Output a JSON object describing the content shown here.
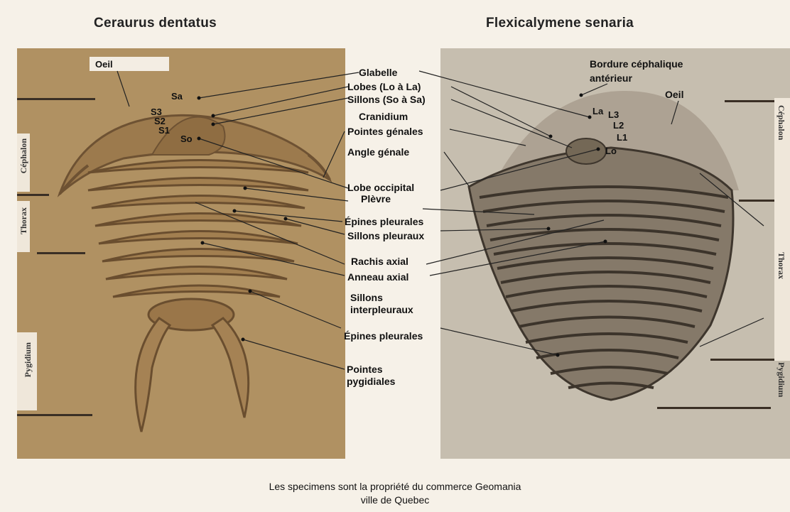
{
  "titles": {
    "left": "Ceraurus dentatus",
    "right": "Flexicalymene senaria"
  },
  "labels_center": {
    "glabelle": "Glabelle",
    "lobes": "Lobes (Lo à La)",
    "sillons": "Sillons (So à Sa)",
    "cranidium": "Cranidium",
    "pointes_genales": "Pointes génales",
    "angle_genale": "Angle génale",
    "lobe_occipital": "Lobe occipital",
    "plevre": "Plèvre",
    "epines_pleurales_1": "Épines pleurales",
    "sillons_pleuraux": "Sillons pleuraux",
    "rachis_axial": "Rachis axial",
    "anneau_axial": "Anneau axial",
    "sillons_interpleuraux": "Sillons interpleuraux",
    "epines_pleurales_2": "Épines pleurales",
    "pointes_pygidiales": "Pointes pygidiales"
  },
  "labels_left": {
    "oeil": "Oeil",
    "sa": "Sa",
    "s3": "S3",
    "s2": "S2",
    "s1": "S1",
    "so": "So"
  },
  "labels_right": {
    "bordure": "Bordure céphalique antérieur",
    "oeil": "Oeil",
    "la": "La",
    "l3": "L3",
    "l2": "L2",
    "l1": "L1",
    "lo": "Lo"
  },
  "side_labels": {
    "left": [
      "Céphalon",
      "Thorax",
      "Pygidium"
    ],
    "right": [
      "Céphalon",
      "Thorax",
      "Pygidium"
    ]
  },
  "footer": {
    "line1": "Les specimens sont la propriété du commerce Geomania",
    "line2": "ville de Quebec"
  },
  "colors": {
    "left_photo": "#b49466",
    "right_photo": "#c2baab",
    "background": "#f6f1e8",
    "line": "#333333"
  }
}
